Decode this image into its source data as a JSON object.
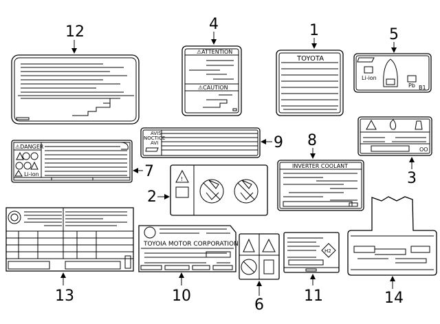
{
  "callouts": [
    "12",
    "4",
    "1",
    "5",
    "9",
    "7",
    "8",
    "2",
    "3",
    "13",
    "10",
    "6",
    "11",
    "14"
  ],
  "labels": {
    "attention": "⚠ATTENTION",
    "caution": "⚠CAUTION",
    "toyota": "TOYOTA",
    "li_ion_5": "Li-ion",
    "pb": "Pb",
    "b1": "B1",
    "avis": "AVIS",
    "notice": "NOCTICE",
    "aviso": "AVI",
    "danger": "⚠DANGER",
    "li_ion_7": "Li-ion",
    "inverter_coolant": "INVERTER COOLANT",
    "motor_corp": "TOYOIA MOTOR CORPORATION",
    "h2": "H2",
    "oo": "OO"
  }
}
